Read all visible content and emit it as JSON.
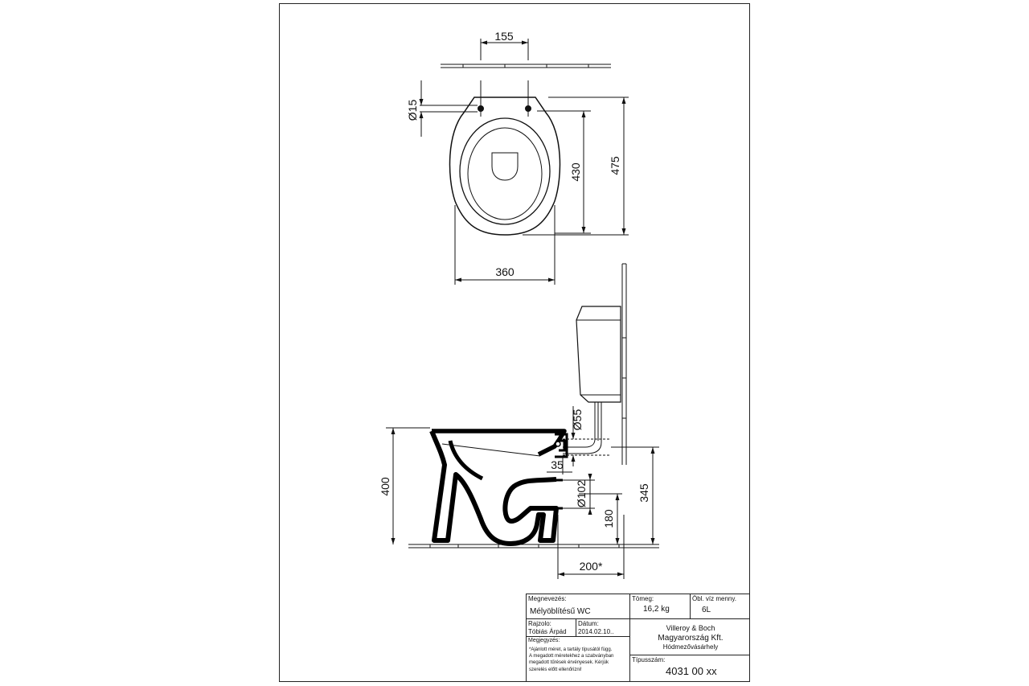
{
  "dimensions": {
    "d155": "155",
    "d15": "Ø15",
    "d430": "430",
    "d475": "475",
    "d360": "360",
    "d55": "Ø55",
    "d35": "35",
    "d102": "Ø102",
    "d180": "180",
    "d345": "345",
    "d400": "400",
    "d200": "200*"
  },
  "title_block": {
    "name_label": "Megnevezés:",
    "name_value": "Mélyöblítésű WC",
    "weight_label": "Tömeg:",
    "weight_value": "16,2 kg",
    "water_label": "Öbl. víz menny.",
    "water_value": "6L",
    "drawn_label": "Rajzolo:",
    "drawn_value": "Tóbiás Árpád",
    "date_label": "Dátum:",
    "date_value": "2014.02.10..",
    "notes_label": "Megjegyzés:",
    "notes_lines": [
      "*Ajánlott méret, a tartály típusától függ.",
      "A megadott méretekhez a szabványban",
      "megadott tűrések érvényesek. Kérjük",
      "szerelés előtt ellenőrizni!"
    ],
    "company_line1": "Villeroy  & Boch",
    "company_line2": "Magyarország Kft.",
    "company_line3": "Hódmezővásárhely",
    "type_label": "Típusszám:",
    "type_value": "4031 00 xx"
  }
}
